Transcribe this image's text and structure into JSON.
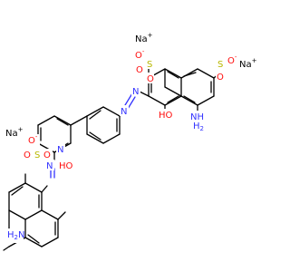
{
  "colors": {
    "bond": "#000000",
    "nitrogen": "#3333ff",
    "oxygen": "#ff0d0d",
    "sulfur": "#b8b800",
    "sodium": "#ab5cf2"
  },
  "atoms": {
    "na1": {
      "symbol": "Na",
      "charge": "+"
    },
    "na2": {
      "symbol": "Na",
      "charge": "+"
    },
    "na3": {
      "symbol": "Na",
      "charge": "+"
    },
    "o_top_anion": {
      "symbol": "O",
      "charge": "-"
    },
    "o_right_anion": {
      "symbol": "O",
      "charge": "-"
    },
    "o_left_anion": {
      "symbol": "O",
      "charge": "-"
    },
    "s_top": "S",
    "s_right": "S",
    "s_left": "S",
    "o_top_a": "O",
    "o_top_b": "O",
    "o_right_a": "O",
    "o_left_a": "O",
    "o_left_b": "O",
    "oh_top": {
      "symbol": "OH",
      "h": "H",
      "o": "O"
    },
    "oh_bottom": {
      "symbol": "OH",
      "h": "H",
      "o": "O"
    },
    "nh2_right": {
      "n": "N",
      "h": "H",
      "sub": "2"
    },
    "nh2_left": {
      "n": "N",
      "h": "H",
      "sub": "2"
    },
    "n_azo1": "N",
    "n_azo2": "N",
    "n_azo3": "N",
    "n_azo4": "N"
  }
}
